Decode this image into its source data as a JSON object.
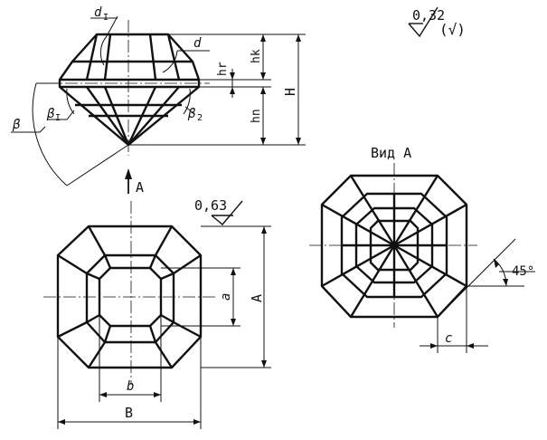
{
  "side_view": {
    "labels": {
      "d1": "d",
      "d1_sub": "I",
      "d": "d",
      "hr": "hr",
      "hk": "hk",
      "H": "H",
      "hn": "hn",
      "beta": "β",
      "beta1": "β",
      "beta1_sub": "I",
      "beta2": "β",
      "beta2_sub": "2"
    },
    "view_arrow": "A"
  },
  "roughness": {
    "general": "0,32",
    "general_note": "(√)",
    "top_face": "0,63"
  },
  "top_view": {
    "labels": {
      "a": "a",
      "A": "A",
      "b": "b",
      "B": "B"
    }
  },
  "view_a": {
    "title": "Вид А",
    "angle": "45°",
    "c": "c"
  }
}
